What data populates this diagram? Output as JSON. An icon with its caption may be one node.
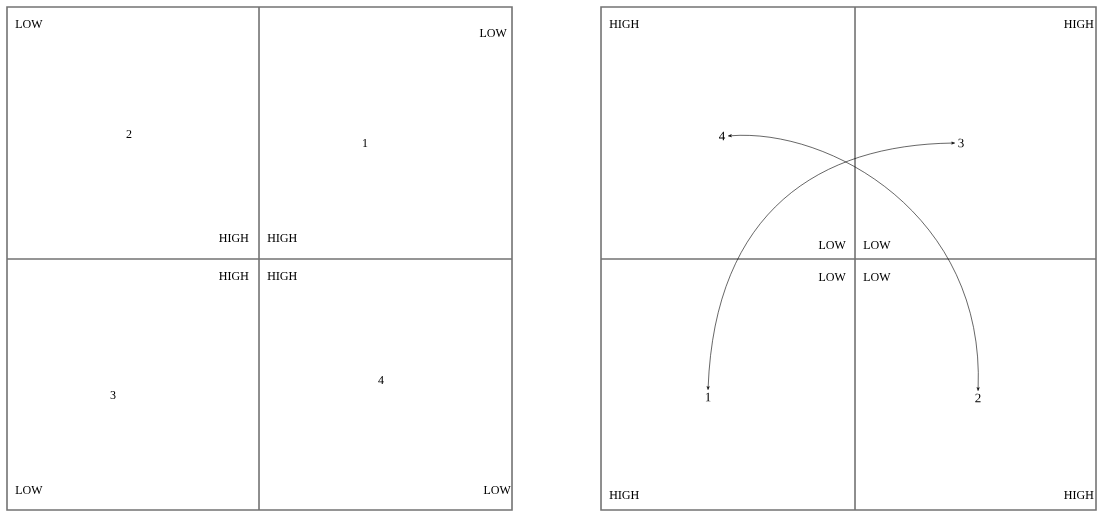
{
  "diagram": {
    "nodes": [
      {
        "text": [
          "4"
        ]
      },
      {
        "text": [
          "3"
        ]
      },
      {
        "text": [
          "1"
        ]
      },
      {
        "text": [
          "2"
        ]
      }
    ],
    "edges": [
      {
        "from": 2,
        "to": 1,
        "arrow": "both"
      },
      {
        "from": 0,
        "to": 3,
        "arrow": "both"
      }
    ],
    "labels": [
      "LOW",
      "LOW",
      "2",
      "1",
      "HIGH",
      "HIGH",
      "HIGH",
      "HIGH",
      "3",
      "4",
      "LOW",
      "LOW",
      "HIGH",
      "HIGH",
      "LOW",
      "LOW",
      "LOW",
      "LOW",
      "HIGH",
      "HIGH"
    ]
  }
}
